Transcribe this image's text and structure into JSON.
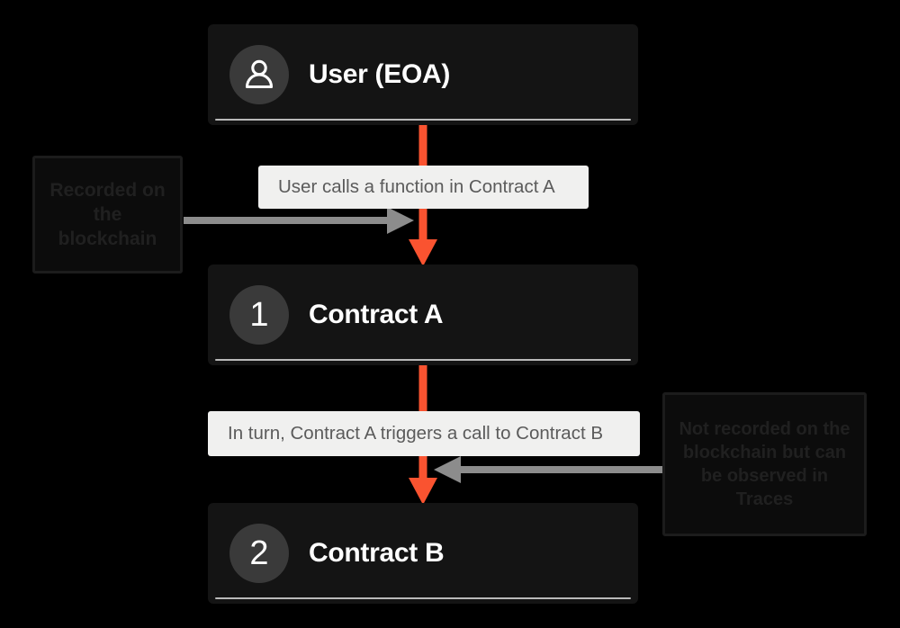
{
  "diagram": {
    "title": "Contract call flow",
    "background_color": "#000000",
    "accent_color": "#fa5330",
    "node_color": "#141414",
    "chip_color": "#f0f0ef",
    "gray_arrow_color": "#8c8c8c"
  },
  "nodes": [
    {
      "id": "user",
      "label": "User (EOA)",
      "badge_type": "person-icon",
      "badge_text": ""
    },
    {
      "id": "contract-a",
      "label": "Contract A",
      "badge_type": "number",
      "badge_text": "1"
    },
    {
      "id": "contract-b",
      "label": "Contract B",
      "badge_type": "number",
      "badge_text": "2"
    }
  ],
  "steps": [
    {
      "id": "step-1",
      "text": "User calls a function in Contract A"
    },
    {
      "id": "step-2",
      "text": "In turn, Contract A triggers a call to Contract B"
    }
  ],
  "annotations": [
    {
      "id": "annotation-left",
      "text": "Recorded on the blockchain"
    },
    {
      "id": "annotation-right",
      "text": "Not recorded on the blockchain but can be observed in Traces"
    }
  ]
}
